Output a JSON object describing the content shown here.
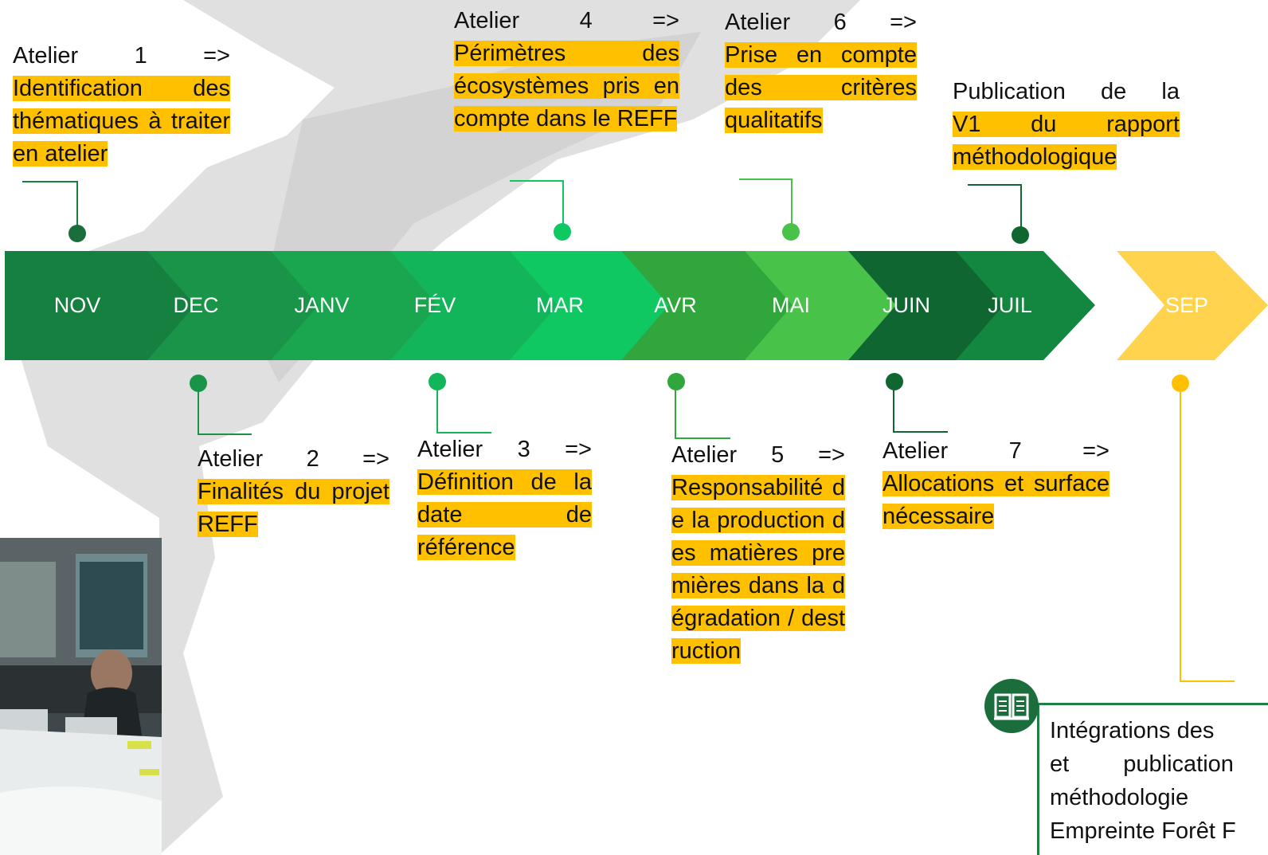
{
  "months": [
    "NOV",
    "DEC",
    "JANV",
    "FÉV",
    "MAR",
    "AVR",
    "MAI",
    "JUIN",
    "JUIL",
    "SEP"
  ],
  "colors": {
    "nov": "#15803f",
    "dec": "#1a9449",
    "janv": "#1aa64f",
    "fev": "#13b55a",
    "mar": "#10c862",
    "avr": "#31a63c",
    "mai": "#49c24a",
    "juin": "#0f6630",
    "juil": "#13873f",
    "sep": "#ffd34d",
    "highlight": "#ffc000",
    "dark": "#1b6e3c"
  },
  "notes": {
    "a1": {
      "head": "Atelier 1 =>",
      "body": "Identification des thématiques à traiter en atelier"
    },
    "a4": {
      "head": "Atelier 4 =>",
      "body": "Périmètres des écosystèmes pris en compte dans le REFF"
    },
    "a6": {
      "head": "Atelier 6 =>",
      "body": "Prise en compte des critères qualitatifs"
    },
    "pub": {
      "head": "Publication de la",
      "body": "V1 du rapport méthodologique"
    },
    "a2": {
      "head": "Atelier 2 =>",
      "body": "Finalités du projet REFF"
    },
    "a3": {
      "head": "Atelier 3 =>",
      "body": "Définition de la date de référence"
    },
    "a5": {
      "head": "Atelier 5 =>",
      "body": "Responsabilité de la production des matières premières dans la dégradation / destruction"
    },
    "a7": {
      "head": "Atelier 7 =>",
      "body": "Allocations et surface nécessaire"
    }
  },
  "final": {
    "line1": "Intégrations des",
    "line2": "et publication",
    "line3": "méthodologie",
    "line4": "Empreinte Forêt F"
  },
  "icons": [
    "book-icon"
  ]
}
